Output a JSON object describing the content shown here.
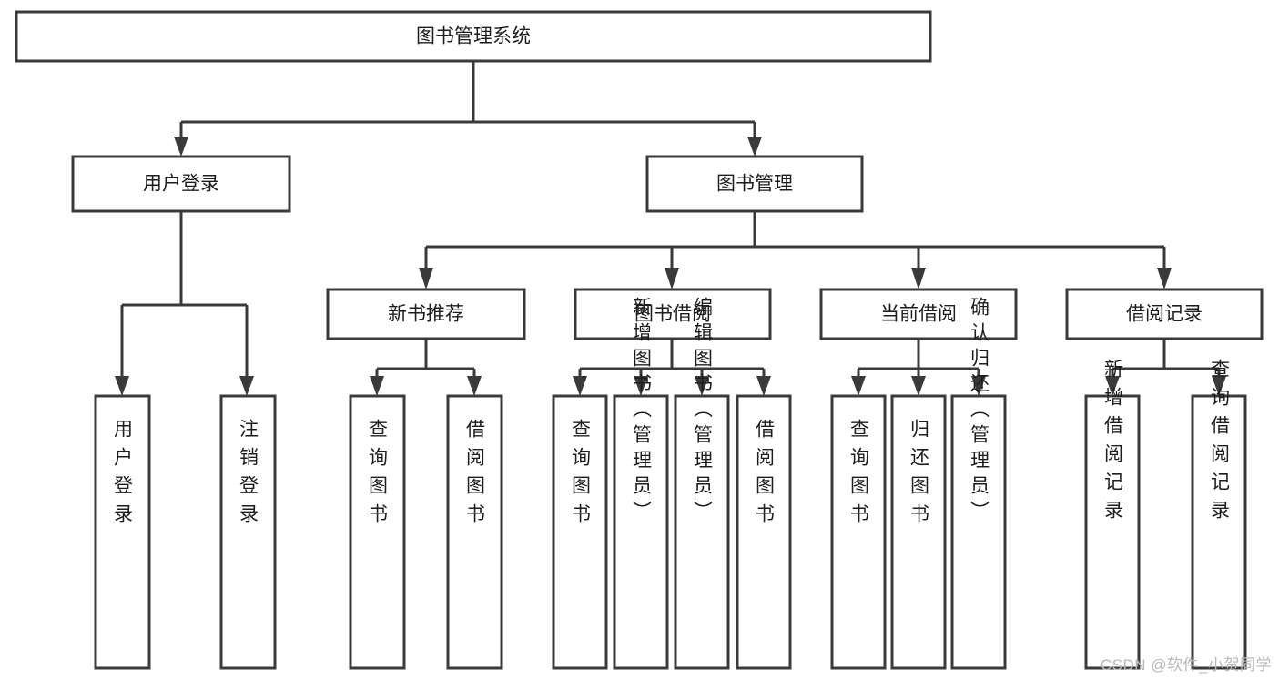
{
  "diagram": {
    "title": "图书管理系统",
    "type": "tree",
    "orientation": "top-down",
    "style": {
      "box_fill": "#ffffff",
      "box_stroke": "#3a3a3a",
      "text_color": "#1d1d1d",
      "background": "#ffffff",
      "watermark_color": "#b9b9b9"
    },
    "root": {
      "label": "图书管理系统"
    },
    "level1": [
      {
        "label": "用户登录"
      },
      {
        "label": "图书管理"
      }
    ],
    "level2": [
      {
        "label": "新书推荐"
      },
      {
        "label": "图书借阅"
      },
      {
        "label": "当前借阅"
      },
      {
        "label": "借阅记录"
      }
    ],
    "leaves": {
      "用户登录": [
        {
          "label": "用户登录"
        },
        {
          "label": "注销登录"
        }
      ],
      "新书推荐": [
        {
          "label": "查询图书"
        },
        {
          "label": "借阅图书"
        }
      ],
      "图书借阅": [
        {
          "label": "查询图书"
        },
        {
          "label": "新增图书（管理员）"
        },
        {
          "label": "编辑图书（管理员）"
        },
        {
          "label": "借阅图书"
        }
      ],
      "当前借阅": [
        {
          "label": "查询图书"
        },
        {
          "label": "归还图书"
        },
        {
          "label": "确认归还（管理员）"
        }
      ],
      "借阅记录": [
        {
          "label": "新增借阅记录"
        },
        {
          "label": "查询借阅记录"
        }
      ]
    }
  },
  "watermark": {
    "text": "CSDN @软件_小贺同学"
  },
  "nodes": {
    "root": "图书管理系统",
    "user_login": "用户登录",
    "book_manage": "图书管理",
    "new_book_rec": "新书推荐",
    "book_borrow": "图书借阅",
    "current_borrow": "当前借阅",
    "borrow_record": "借阅记录",
    "leaf_user_login": "用户登录",
    "leaf_logout": "注销登录",
    "leaf_query_book_1": "查询图书",
    "leaf_borrow_book_1": "借阅图书",
    "leaf_query_book_2": "查询图书",
    "leaf_add_book": "新增图书（管理员）",
    "leaf_edit_book": "编辑图书（管理员）",
    "leaf_borrow_book_2": "借阅图书",
    "leaf_query_book_3": "查询图书",
    "leaf_return_book": "归还图书",
    "leaf_confirm_return": "确认归还（管理员）",
    "leaf_add_record": "新增借阅记录",
    "leaf_query_record": "查询借阅记录"
  }
}
